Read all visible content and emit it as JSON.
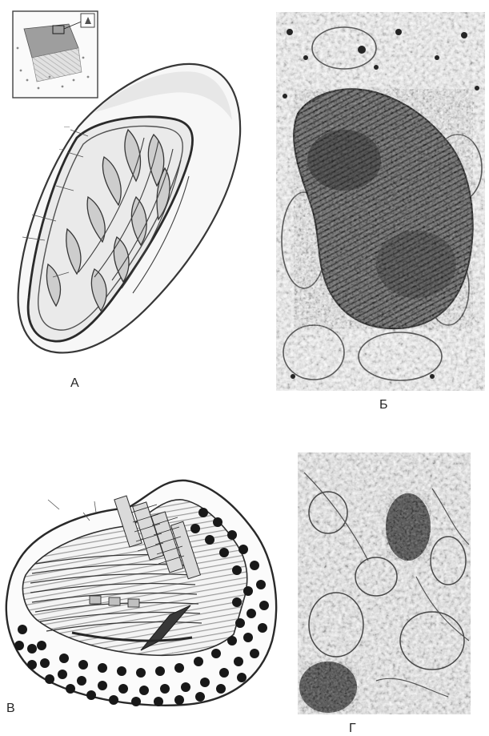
{
  "figure": {
    "panels": [
      {
        "id": "A",
        "label": "А",
        "kind": "illustration"
      },
      {
        "id": "B",
        "label": "Б",
        "kind": "electron-micrograph"
      },
      {
        "id": "V",
        "label": "В",
        "kind": "illustration"
      },
      {
        "id": "G",
        "label": "Г",
        "kind": "electron-micrograph"
      }
    ]
  }
}
